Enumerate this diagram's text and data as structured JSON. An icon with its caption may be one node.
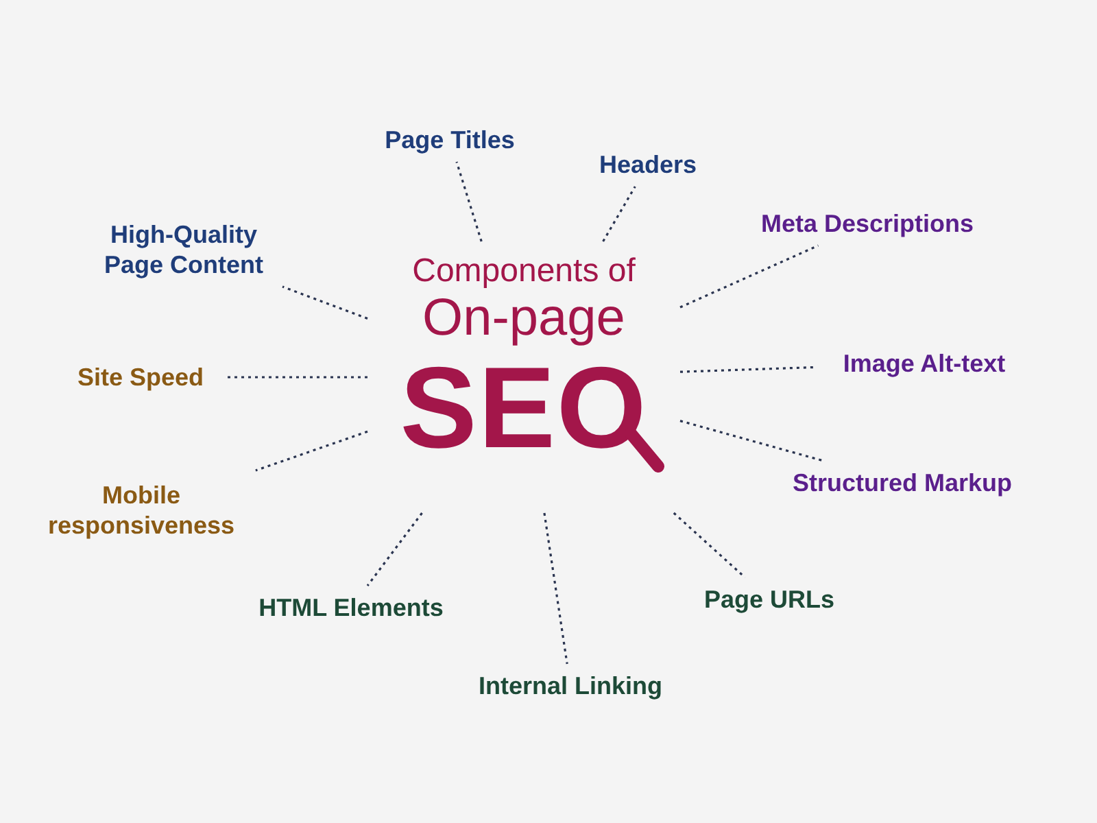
{
  "diagram": {
    "nodes": [
      {
        "text": [
          "Components of",
          "On-page",
          "SEO"
        ]
      },
      {
        "text": [
          "Page Titles"
        ]
      },
      {
        "text": [
          "Headers"
        ]
      },
      {
        "text": [
          "Meta Descriptions"
        ]
      },
      {
        "text": [
          "Image Alt-text"
        ]
      },
      {
        "text": [
          "Structured Markup"
        ]
      },
      {
        "text": [
          "Page URLs"
        ]
      },
      {
        "text": [
          "Internal Linking"
        ]
      },
      {
        "text": [
          "HTML Elements"
        ]
      },
      {
        "text": [
          "Mobile responsiveness"
        ]
      },
      {
        "text": [
          "Site Speed"
        ]
      },
      {
        "text": [
          "High-Quality Page Content"
        ]
      }
    ],
    "edges": [
      {
        "from": 0,
        "to": 1,
        "arrow": "none",
        "style": "dashed"
      },
      {
        "from": 0,
        "to": 2,
        "arrow": "none",
        "style": "dashed"
      },
      {
        "from": 0,
        "to": 3,
        "arrow": "none",
        "style": "dashed"
      },
      {
        "from": 0,
        "to": 4,
        "arrow": "none",
        "style": "dashed"
      },
      {
        "from": 0,
        "to": 5,
        "arrow": "none",
        "style": "dashed"
      },
      {
        "from": 0,
        "to": 6,
        "arrow": "none",
        "style": "dashed"
      },
      {
        "from": 0,
        "to": 7,
        "arrow": "none",
        "style": "dashed"
      },
      {
        "from": 0,
        "to": 8,
        "arrow": "none",
        "style": "dashed"
      },
      {
        "from": 0,
        "to": 9,
        "arrow": "none",
        "style": "dashed"
      },
      {
        "from": 0,
        "to": 10,
        "arrow": "none",
        "style": "dashed"
      },
      {
        "from": 0,
        "to": 11,
        "arrow": "none",
        "style": "dashed"
      }
    ]
  }
}
